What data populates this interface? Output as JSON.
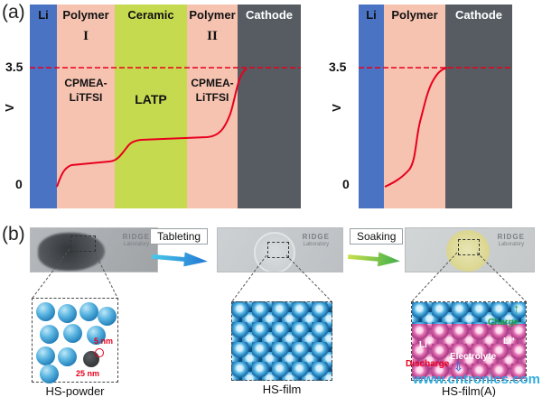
{
  "panel_a": {
    "label": "(a)",
    "axis": {
      "ylabel": "V",
      "vmax": "3.5",
      "vmin": "0"
    },
    "left_stack": {
      "layers": [
        {
          "name": "Li"
        },
        {
          "name": "Polymer",
          "numeral": "I",
          "material_line1": "CPMEA-",
          "material_line2": "LiTFSI"
        },
        {
          "name": "Ceramic",
          "material_line1": "LATP"
        },
        {
          "name": "Polymer",
          "numeral": "II",
          "material_line1": "CPMEA-",
          "material_line2": "LiTFSI"
        },
        {
          "name": "Cathode"
        }
      ]
    },
    "right_stack": {
      "layers": [
        {
          "name": "Li"
        },
        {
          "name": "Polymer"
        },
        {
          "name": "Cathode"
        }
      ]
    },
    "colors": {
      "li": "#4a73c4",
      "polymer": "#f6c3b1",
      "ceramic": "#c6da50",
      "cathode": "#575c63",
      "curve": "#e8001d"
    }
  },
  "panel_b": {
    "label": "(b)",
    "photos": [
      {
        "brand_line1": "RIDGE",
        "brand_line2": "Laboratory",
        "caption": "HS-powder"
      },
      {
        "brand_line1": "RIDGE",
        "brand_line2": "Laboratory",
        "caption": "HS-film"
      },
      {
        "brand_line1": "RIDGE",
        "brand_line2": "Laboratory",
        "caption": "HS-film(A)"
      }
    ],
    "process_arrows": [
      {
        "label": "Tableting"
      },
      {
        "label": "Soaking"
      }
    ],
    "powder_inset": {
      "label_small": "5 nm",
      "label_large": "25 nm"
    },
    "film_a_inset": {
      "li_left": "Li⁺",
      "li_right": "Li⁺",
      "electrolyte": "Electrolyte",
      "charge": "Charge",
      "discharge": "Discharge",
      "charge_arrow": "↑",
      "discharge_arrow": "⇩"
    }
  },
  "watermark": "www.cntronics.com"
}
